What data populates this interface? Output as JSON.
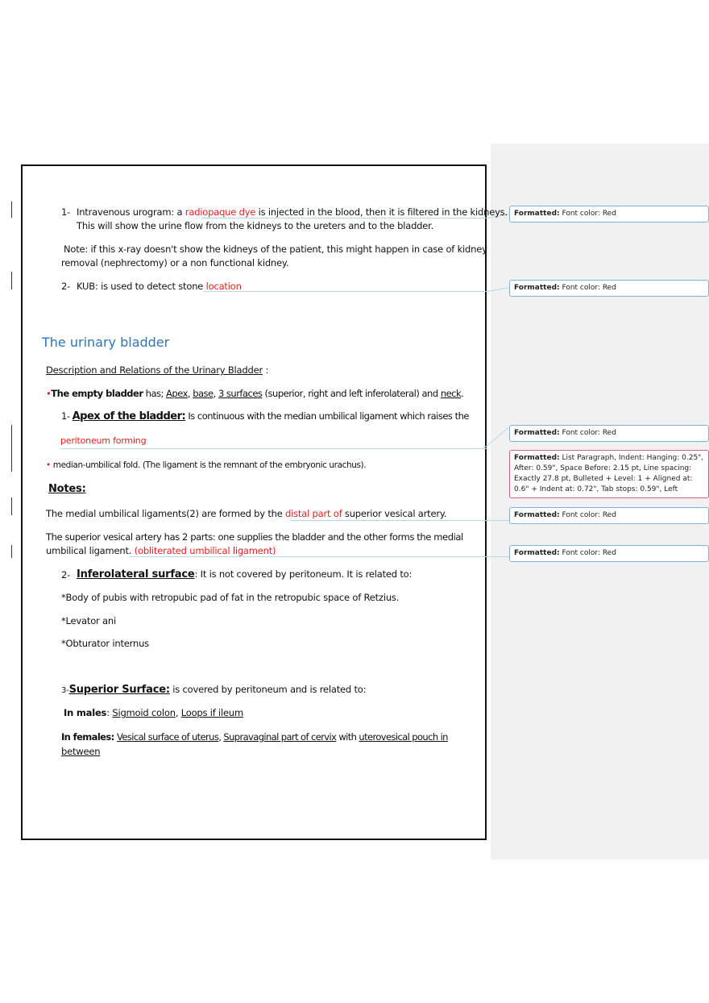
{
  "document": {
    "item1_num": "1-",
    "item1_a": "Intravenous urogram: a ",
    "item1_red": "radiopaque dye",
    "item1_b": " is injected in the blood, then it is filtered in the kidneys.",
    "item1_line2": "This will show the urine flow from the kidneys to the ureters and to the bladder.",
    "note_line1": "Note: if this x-ray doesn't show the kidneys of the patient, this might happen in case of kidney",
    "note_line2": "removal (nephrectomy) or a non functional kidney.",
    "item2_num": "2-",
    "item2_text": "KUB: is used to detect stone ",
    "item2_red": "location",
    "heading": "The urinary bladder",
    "desc": "Description and Relations of the Urinary Bladder",
    "desc_colon": " :",
    "empty_bold": "The empty bladder",
    "empty_has": " has; ",
    "apex": "Apex",
    "base": "base",
    "surfaces": "3 surfaces",
    "empty_mid": " (superior, right and left inferolateral) and ",
    "neck": "neck",
    "apex_num": "1- ",
    "apex_title": "Apex of the bladder:",
    "apex_text": " Is continuous with the median umbilical ligament which raises the",
    "peritoneum": "peritoneum forming",
    "fold": "median-umbilical fold. (The ligament is the remnant of the embryonic urachus).",
    "notes": "Notes:",
    "medial_a": "The medial umbilical ligaments(2) are formed by the ",
    "medial_red": "distal part of",
    "medial_b": " superior vesical artery.",
    "sva_line1": "The superior vesical artery has 2 parts: one supplies the bladder and the other forms the medial",
    "sva_line2": "umbilical ligament.",
    "sva_red": " (obliterated umbilical ligament)",
    "infero_num": "2-",
    "infero_title": "Inferolateral surface",
    "infero_text": ": It is not covered by peritoneum. It is related to:",
    "rel1": "*Body of pubis with retropubic pad of fat in the retropubic space of Retzius.",
    "rel2": "*Levator ani",
    "rel3": "*Obturator internus",
    "sup_num": "3-",
    "sup_title": "Superior Surface:",
    "sup_text": " is covered by peritoneum and is related to:",
    "males_label": "In males",
    "males_colon": ": ",
    "sigmoid": "Sigmoid colon",
    "loops": "Loops if ileum",
    "females_label": "In females: ",
    "fem1": "Vesical surface of uterus",
    "fem2": "Supravaginal part of cervix",
    "fem_with": " with ",
    "fem3": "uterovesical pouch in",
    "fem4": "between"
  },
  "comments": [
    {
      "label": "Formatted:",
      "text": " Font color: Red"
    },
    {
      "label": "Formatted:",
      "text": " Font color: Red"
    },
    {
      "label": "Formatted:",
      "text": " Font color: Red"
    },
    {
      "label": "Formatted:",
      "text": " List Paragraph, Indent: Hanging:  0.25\", After:  0.59\", Space Before:  2.15 pt, Line spacing:  Exactly 27.8 pt, Bulleted + Level: 1 + Aligned at:  0.6\" + Indent at:  0.72\", Tab stops:  0.59\", Left"
    },
    {
      "label": "Formatted:",
      "text": " Font color: Red"
    },
    {
      "label": "Formatted:",
      "text": " Font color: Red"
    }
  ],
  "colors": {
    "heading": "#2e75b6",
    "red": "#e81e1e",
    "balloon": "#7fb3d9",
    "balloon_alt": "#d06080"
  }
}
